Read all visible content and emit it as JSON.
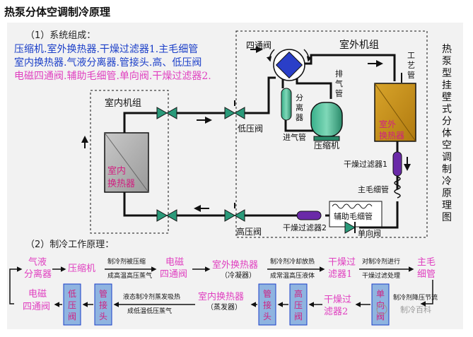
{
  "title": "热泵分体空调制冷原理",
  "composition": {
    "heading": "（1）系统组成：",
    "lines": [
      "压缩机.室外换热器.干燥过滤器1.主毛细管",
      "室内换热器.气液分离器.管接头.高、低压阀",
      "电磁四通阀.辅助毛细管.单向阀.干燥过滤器2."
    ]
  },
  "units": {
    "indoor": "室内机组",
    "outdoor": "室外机组"
  },
  "components": {
    "four_way_valve": "四通阀",
    "separator": "分离器",
    "exhaust_pipe": "排气管",
    "intake_pipe": "进气管",
    "compressor": "压缩机",
    "process_pipe": "工艺管",
    "outdoor_hx": "室外换热器",
    "indoor_hx": "室内换热器",
    "low_valve": "低压阀",
    "high_valve": "高压阀",
    "filter1": "干燥过滤器1",
    "filter2": "干燥过滤器2",
    "main_capillary": "主毛细管",
    "aux_capillary": "辅助毛细管",
    "check_valve": "单向阀"
  },
  "side_title": "热泵型挂壁式分体空调制冷原理图",
  "principle": {
    "heading": "（2）制冷工作原理：",
    "row1": [
      {
        "label": "气液分离器"
      },
      {
        "label": "压缩机"
      },
      {
        "label": "电磁四通阀"
      },
      {
        "label": "室外换热器",
        "sub": "（冷凝器）"
      },
      {
        "label": "干燥过滤器1"
      },
      {
        "label": "主毛细管"
      }
    ],
    "row1_notes": [
      {
        "top": "制冷剂被压缩",
        "bottom": "成高温高压蒸气"
      },
      {
        "top": "制冷剂冷却放热",
        "bottom": "成常温高压液体"
      },
      {
        "top": "对制冷剂进行",
        "bottom": "干燥过滤处理"
      }
    ],
    "row2": [
      {
        "label": "电磁四通阀"
      },
      {
        "label": "低压阀"
      },
      {
        "label": "管接头"
      },
      {
        "label": "室内换热器",
        "sub": "（蒸发器）"
      },
      {
        "label": "管接头"
      },
      {
        "label": "高压阀"
      },
      {
        "label": "干燥过滤器2"
      },
      {
        "label": "单向阀"
      }
    ],
    "row2_note": {
      "top": "液态制冷剂蒸发吸热",
      "bottom": "成低温低压蒸气"
    },
    "capillary_note": "制冷剂降压节流",
    "watermark": "制冷百科"
  },
  "colors": {
    "magenta": "#e040c0",
    "blue": "#1a3ec8",
    "box_fill": "#8fb4e0",
    "box_text": "#d02080",
    "outdoor_hx": "#c9951a",
    "indoor_hx": "#b8b8b8",
    "green": "#2a9a7a"
  }
}
